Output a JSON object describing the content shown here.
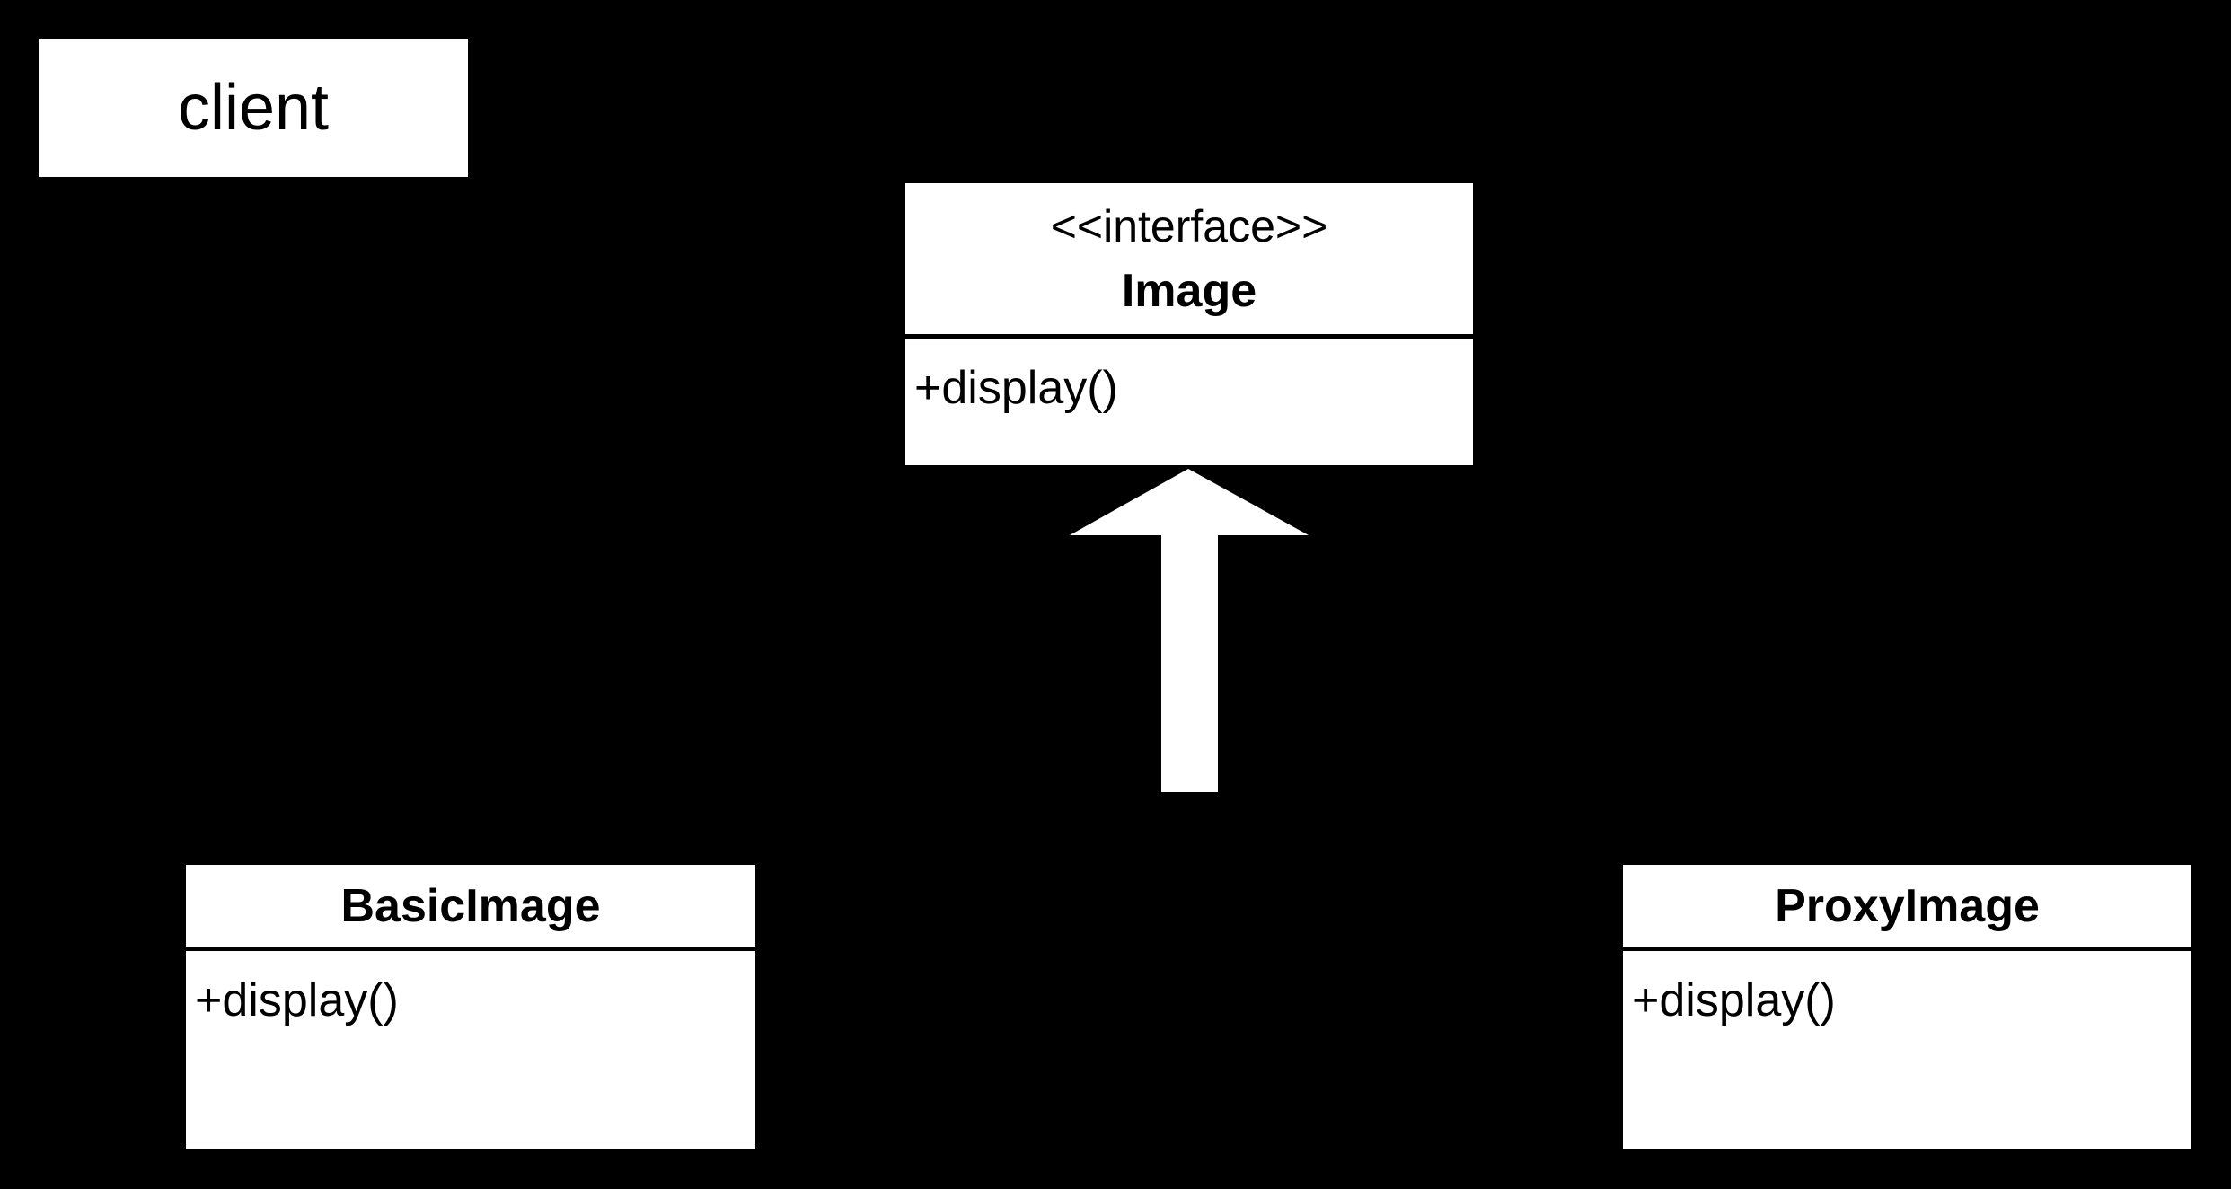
{
  "colors": {
    "background": "#000000",
    "box_fill": "#ffffff",
    "box_text": "#000000",
    "divider": "#000000",
    "arrow_fill": "#ffffff"
  },
  "client_box": {
    "label": "client"
  },
  "interface_box": {
    "stereotype": "<<interface>>",
    "name": "Image",
    "methods": [
      "+display()"
    ]
  },
  "basic_image_box": {
    "name": "BasicImage",
    "methods": [
      "+display()"
    ]
  },
  "proxy_image_box": {
    "name": "ProxyImage",
    "methods": [
      "+display()"
    ]
  }
}
